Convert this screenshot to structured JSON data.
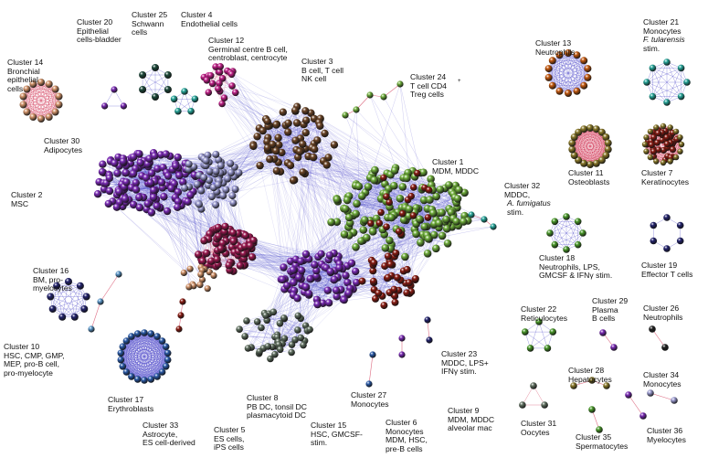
{
  "labels": [
    {
      "text": "Cluster 20\nEpithelial\ncells-bladder"
    },
    {
      "text": "Cluster 25\nSchwann\ncells"
    },
    {
      "text": "Cluster 4\nEndothelial cells"
    },
    {
      "text": "Cluster 12\nGerminal centre B cell,\ncentroblast, centrocyte"
    },
    {
      "text": "Cluster 14\nBronchial\nepithelial\ncells"
    },
    {
      "text": "Cluster 3\nB cell, T cell\nNK cell"
    },
    {
      "text": "Cluster 24\nT cell CD4\nTreg cells"
    },
    {
      "text": "Cluster 30\nAdipocytes"
    },
    {
      "text": "Cluster 1\nMDM, MDDC"
    },
    {
      "text": "Cluster 2\nMSC"
    },
    {
      "text": "Cluster 32\nMDDC,"
    },
    {
      "text": "A. fumigatus"
    },
    {
      "text": "stim."
    },
    {
      "text": "Cluster 16\nBM, pro-\nmyelocytes"
    },
    {
      "text": "Cluster 10\nHSC, CMP, GMP,\nMEP, pro-B cell,\npro-myelocyte"
    },
    {
      "text": "Cluster 17\nErythroblasts"
    },
    {
      "text": "Cluster 8\nPB DC, tonsil DC\nplasmacytoid DC"
    },
    {
      "text": "Cluster 33\nAstrocyte,\nES cell-derived"
    },
    {
      "text": "Cluster 5\nES cells,\niPS cells"
    },
    {
      "text": "Cluster 27\nMonocytes"
    },
    {
      "text": "Cluster 15\nHSC, GMCSF-\nstim."
    },
    {
      "text": "Cluster 6\nMonocytes\nMDM, HSC,\npre-B cells"
    },
    {
      "text": "Cluster 9\nMDM, MDDC\nalveolar mac"
    },
    {
      "text": "Cluster 23\nMDDC, LPS+\nIFNγ stim."
    },
    {
      "text": "Cluster 13\nNeutrophils"
    },
    {
      "text": "Cluster 21\nMonocytes"
    },
    {
      "text": "F. tularensis"
    },
    {
      "text": "stim."
    },
    {
      "text": "Cluster 11\nOsteoblasts"
    },
    {
      "text": "Cluster 7\nKeratinocytes"
    },
    {
      "text": "Cluster 18\nNeutrophils, LPS,\nGMCSF & IFNγ stim."
    },
    {
      "text": "Cluster 19\nEffector T cells"
    },
    {
      "text": "Cluster 22\nReticulocytes"
    },
    {
      "text": "Cluster 29\nPlasma\nB cells"
    },
    {
      "text": "Cluster 26\nNeutrophils"
    },
    {
      "text": "Cluster 28\nHepatocytes"
    },
    {
      "text": "Cluster 34\nMonocytes"
    },
    {
      "text": "Cluster 31\nOocytes"
    },
    {
      "text": "Cluster 35\nSpermatocytes"
    },
    {
      "text": "Cluster 36\nMyelocytes"
    }
  ],
  "superscripts": {
    "cd4": "+"
  },
  "colors": {
    "purple": "#7a2ab5",
    "lavender": "#9a9ad0",
    "magenta": "#9c1850",
    "pink": "#c02088",
    "brown": "#6b4426",
    "green": "#6fae3b",
    "darkred": "#8a1b12",
    "salmon": "#d4956b",
    "darkteal": "#1d4a3c",
    "teal": "#26a69a",
    "navy": "#23236e",
    "blue": "#2a5aa8",
    "orange": "#c55a10",
    "olive": "#8b7a2a",
    "limegreen": "#4a9a2a",
    "black": "#222222",
    "grey": "#607060",
    "lightblue": "#5a96c8",
    "edge": "#4a46c8",
    "edgered": "#d03050"
  }
}
